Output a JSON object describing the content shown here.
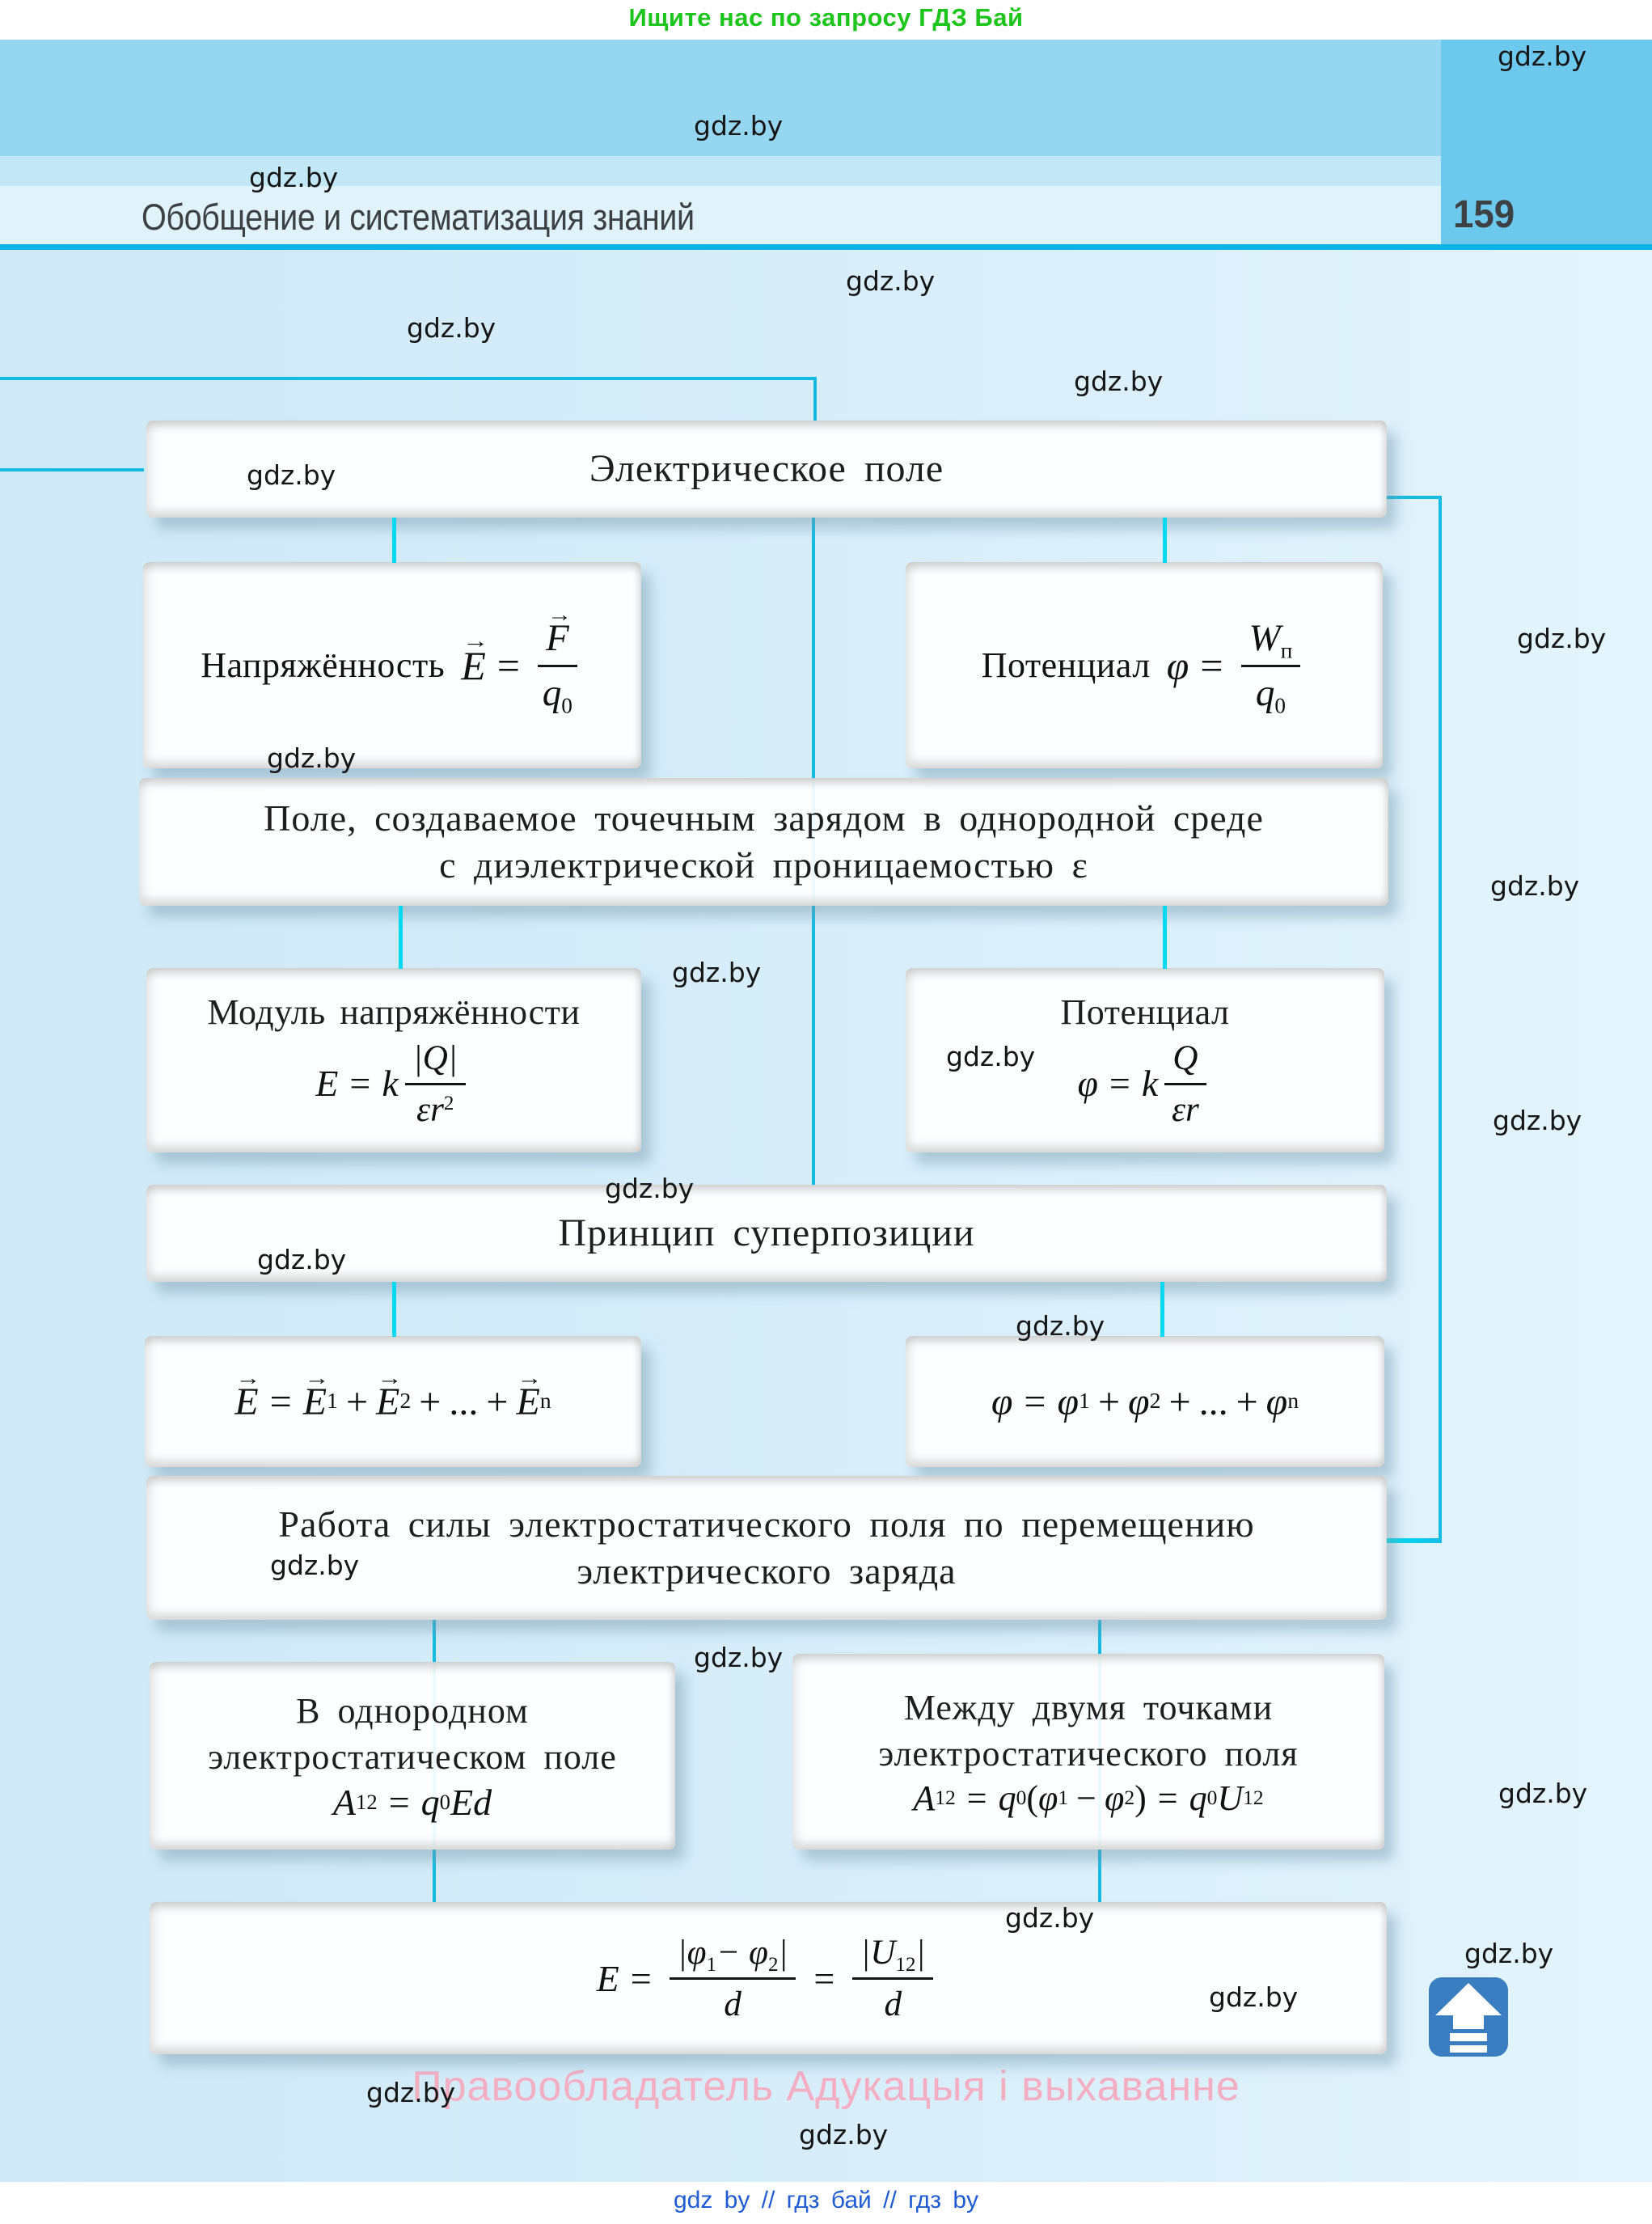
{
  "top_banner": {
    "text": "Ищите нас по запросу ГДЗ Бай",
    "color": "#1bc51b"
  },
  "header": {
    "title": "Обобщение и систематизация знаний",
    "page_number": "159",
    "colors": {
      "band1": "#95d6f1",
      "band2": "#c2e8f8",
      "band3": "#e0f3fb",
      "side_column": "#6cc8ec",
      "rule": "#0cb4e6"
    }
  },
  "watermark": {
    "text": "gdz.by"
  },
  "diagram": {
    "arrow": "→",
    "title": "Электрическое поле",
    "nap": {
      "label": "Напряжённость",
      "lhs": "E",
      "eq": "=",
      "num": "F",
      "den": "q",
      "densub": "0"
    },
    "pot": {
      "label": "Потенциал",
      "lhs": "φ",
      "eq": "=",
      "num": "W",
      "numsub": "п",
      "den": "q",
      "densub": "0"
    },
    "pole": {
      "line1": "Поле, создаваемое точечным зарядом в однородной среде",
      "line2": "с диэлектрической проницаемостью ε"
    },
    "mod": {
      "label": "Модуль напряжённости",
      "lhs": "E",
      "eq": "=",
      "k": "k",
      "num": "|Q|",
      "den": "εr",
      "densup": "2"
    },
    "pot2": {
      "label": "Потенциал",
      "lhs": "φ",
      "eq": "=",
      "k": "k",
      "num": "Q",
      "den": "εr"
    },
    "sup": "Принцип суперпозиции",
    "esum": {
      "E": "E",
      "eq": "=",
      "s1": "1",
      "s2": "2",
      "sn": "n",
      "plus": "+",
      "dots": "..."
    },
    "phisum": {
      "phi": "φ",
      "eq": "=",
      "s1": "1",
      "s2": "2",
      "sn": "n",
      "plus": "+",
      "dots": "..."
    },
    "rab": {
      "line1": "Работа силы электростатического поля по перемещению",
      "line2": "электрического заряда"
    },
    "odn": {
      "line1": "В однородном",
      "line2": "электростатическом поле",
      "A": "A",
      "s12": "12",
      "eq": "=",
      "q": "q",
      "s0": "0",
      "rest": "Ed"
    },
    "mezh": {
      "line1": "Между двумя точками",
      "line2": "электростатического поля",
      "A": "A",
      "s12": "12",
      "eq": "=",
      "q": "q",
      "s0": "0",
      "lp": "(",
      "phi": "φ",
      "s1": "1",
      "minus": "−",
      "s2": "2",
      "rp": ")",
      "U": "U"
    },
    "bot": {
      "E": "E",
      "eq": "=",
      "n1a": "|φ",
      "n1s1": "1",
      "n1m": "− φ",
      "n1s2": "2",
      "n1b": "|",
      "d": "d",
      "n2a": "|U",
      "n2s": "12",
      "n2b": "|"
    },
    "line_color": "#14bce4",
    "connector_color": "#04d9f0"
  },
  "footer": {
    "copyright": "Правообладатель Адукацыя і выхаванне",
    "links": "gdz by  //  гдз бай  //  гдз by"
  },
  "icon": {
    "name": "up-arrow",
    "color": "#3a7dc1"
  }
}
